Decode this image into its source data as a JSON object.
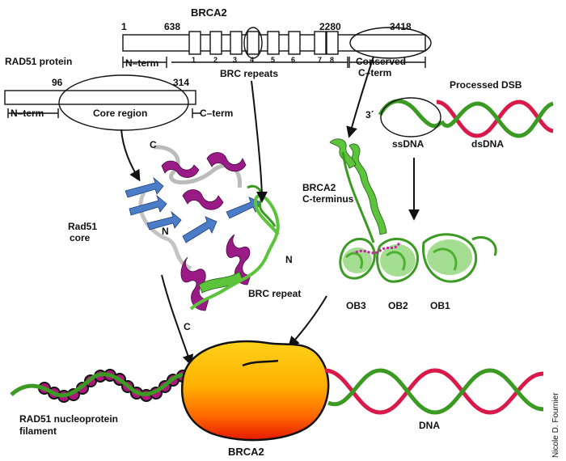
{
  "brca2_bar": {
    "title": "BRCA2",
    "pos_start": "1",
    "pos_638": "638",
    "pos_2280": "2280",
    "pos_3418": "3418",
    "repeat_numbers": [
      "1",
      "2",
      "3",
      "4",
      "5",
      "6",
      "7",
      "8"
    ],
    "nterm": "N–term",
    "brc_repeats": "BRC repeats",
    "conserved": "Conserved",
    "cterm": "C–term"
  },
  "rad51_bar": {
    "title": "RAD51 protein",
    "pos_96": "96",
    "pos_314": "314",
    "nterm": "N–term",
    "core_region": "Core region",
    "cterm": "C–term"
  },
  "dsb": {
    "title": "Processed DSB",
    "three_prime": "3´",
    "ssdna": "ssDNA",
    "dsdna": "dsDNA"
  },
  "rad51_structure": {
    "c_top": "C",
    "n_mid": "N",
    "core_label_line1": "Rad51",
    "core_label_line2": "core",
    "n_right": "N",
    "c_bottom": "C",
    "brc_repeat": "BRC repeat"
  },
  "brca2_cterm_structure": {
    "label_line1": "BRCA2",
    "label_line2": "C-terminus",
    "ob3": "OB3",
    "ob2": "OB2",
    "ob1": "OB1"
  },
  "bottom": {
    "filament_line1": "RAD51 nucleoprotein",
    "filament_line2": "filament",
    "brca2": "BRCA2",
    "dna": "DNA"
  },
  "credit": "Nicole D. Fournier",
  "colors": {
    "green_strand": "#3a9a22",
    "red_strand": "#d8194a",
    "rad51_beads": "#b0157d",
    "helix_purple": "#9a1a86",
    "sheet_blue": "#4a7cc8",
    "brc_green": "#5cc43a"
  }
}
